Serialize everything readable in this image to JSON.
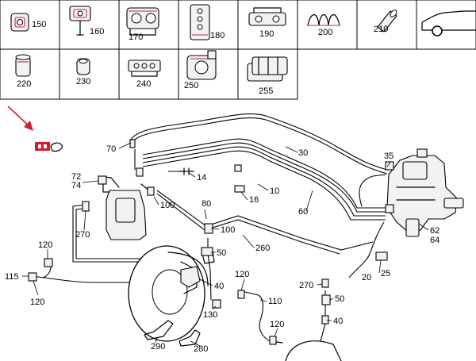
{
  "legend": {
    "items": [
      "150",
      "160",
      "170",
      "180",
      "190",
      "200",
      "210",
      "220",
      "230",
      "240",
      "250",
      "255"
    ]
  },
  "callouts": [
    "70",
    "30",
    "35",
    "14",
    "72",
    "74",
    "10",
    "16",
    "100",
    "80",
    "60",
    "270",
    "100",
    "62",
    "64",
    "120",
    "260",
    "50",
    "115",
    "25",
    "20",
    "120",
    "270",
    "40",
    "120",
    "110",
    "50",
    "130",
    "40",
    "120",
    "290",
    "280"
  ],
  "colors": {
    "highlight": "#d41e2a",
    "accent_pink": "#c8245a"
  },
  "icons": [
    "grommet-icon",
    "pipe-clip-icon",
    "bracket-clip-icon",
    "multi-clip-icon",
    "retainer-icon",
    "spring-clip-icon",
    "hose-sleeve-icon",
    "vehicle-silhouette-icon",
    "bush-icon",
    "sleeve-icon",
    "triple-clip-icon",
    "mounting-block-icon",
    "clip-set-icon"
  ]
}
